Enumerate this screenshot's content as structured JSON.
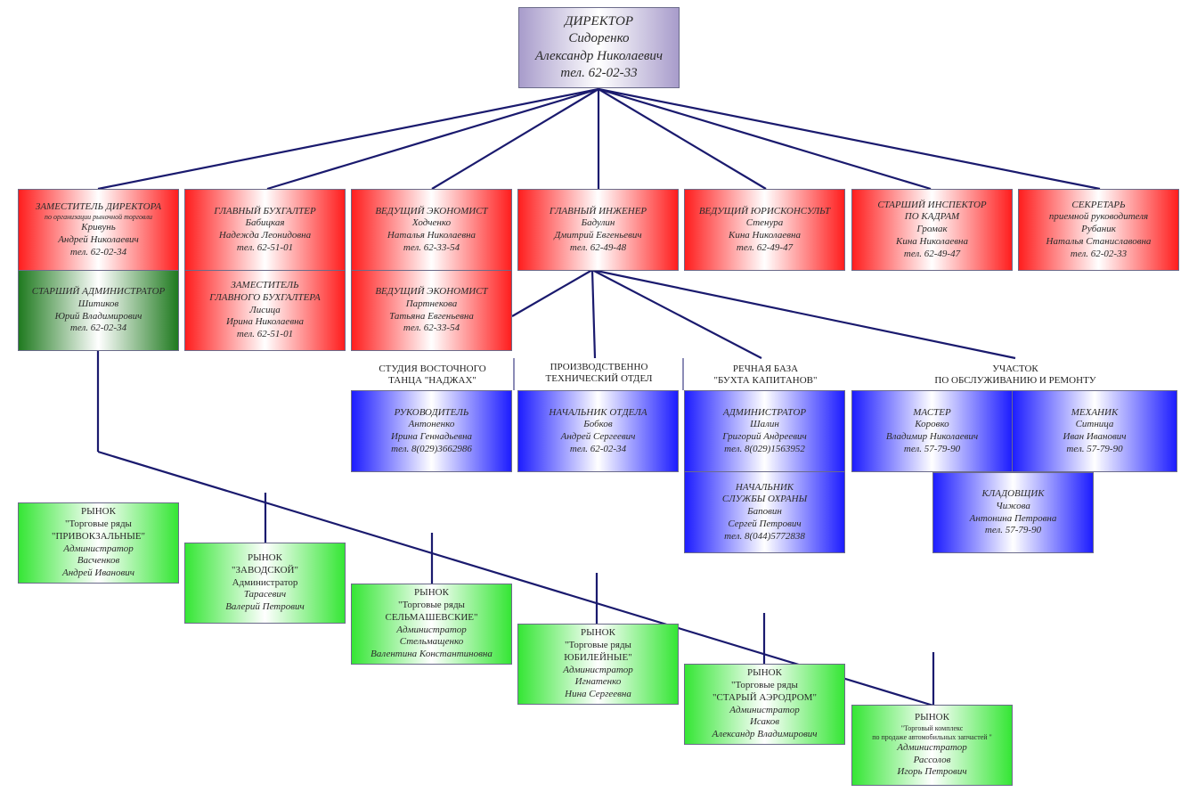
{
  "director": [
    "ДИРЕКТОР",
    "Сидоренко",
    "Александр Николаевич",
    "тел. 62-02-33"
  ],
  "top_boxes": [
    [
      "ЗАМЕСТИТЕЛЬ ДИРЕКТОРА",
      "по организации рыночной торговли",
      "Кривунь",
      "Андрей Николаевич",
      "тел. 62-02-34"
    ],
    [
      "ГЛАВНЫЙ БУХГАЛТЕР",
      "Бабицкая",
      "Надежда Леонидовна",
      "тел. 62-51-01"
    ],
    [
      "ВЕДУЩИЙ ЭКОНОМИСТ",
      "Ходченко",
      "Наталья Николаевна",
      "тел. 62-33-54"
    ],
    [
      "ГЛАВНЫЙ ИНЖЕНЕР",
      "Бадулин",
      "Дмитрий Евгеньевич",
      "тел. 62-49-48"
    ],
    [
      "ВЕДУЩИЙ ЮРИСКОНСУЛЬТ",
      "Стенура",
      "Кина Николаевна",
      "тел. 62-49-47"
    ],
    [
      "СТАРШИЙ ИНСПЕКТОР",
      "ПО КАДРАМ",
      "Громак",
      "Кина Николаевна",
      "тел. 62-49-47"
    ],
    [
      "СЕКРЕТАРЬ",
      "приемной руководителя",
      "Рубаник",
      "Наталья Станиславовна",
      "тел. 62-02-33"
    ]
  ],
  "second_boxes": [
    [
      "СТАРШИЙ АДМИНИСТРАТОР",
      "Шитиков",
      "Юрий Владимирович",
      "тел. 62-02-34"
    ],
    [
      "ЗАМЕСТИТЕЛЬ",
      "ГЛАВНОГО БУХГАЛТЕРА",
      "Лисица",
      "Ирина Николаевна",
      "тел. 62-51-01"
    ],
    [
      "ВЕДУЩИЙ ЭКОНОМИСТ",
      "Партнекова",
      "Татьяна Евгеньевна",
      "тел. 62-33-54"
    ]
  ],
  "dept_headers": [
    [
      "СТУДИЯ ВОСТОЧНОГО",
      "ТАНЦА \"НАДЖАХ\""
    ],
    [
      "ПРОИЗВОДСТВЕННО",
      "ТЕХНИЧЕСКИЙ ОТДЕЛ"
    ],
    [
      "РЕЧНАЯ БАЗА",
      "\"БУХТА КАПИТАНОВ\""
    ],
    [
      "УЧАСТОК",
      "ПО ОБСЛУЖИВАНИЮ И РЕМОНТУ"
    ]
  ],
  "blue_boxes": [
    [
      "РУКОВОДИТЕЛЬ",
      "Антоненко",
      "Ирина Геннадьевна",
      "тел. 8(029)3662986"
    ],
    [
      "НАЧАЛЬНИК ОТДЕЛА",
      "Бобков",
      "Андрей Сергеевич",
      "тел. 62-02-34"
    ],
    [
      "АДМИНИСТРАТОР",
      "Шалин",
      "Григорий Андреевич",
      "тел. 8(029)1563952"
    ],
    [
      "НАЧАЛЬНИК",
      "СЛУЖБЫ ОХРАНЫ",
      "Баповин",
      "Сергей Петрович",
      "тел. 8(044)5772838"
    ],
    [
      "МАСТЕР",
      "Коровко",
      "Владимир Николаевич",
      "тел. 57-79-90"
    ],
    [
      "МЕХАНИК",
      "Ситница",
      "Иван Иванович",
      "тел. 57-79-90"
    ],
    [
      "КЛАДОВЩИК",
      "Чижова",
      "Антонина Петровна",
      "тел. 57-79-90"
    ]
  ],
  "markets": [
    [
      "РЫНОК",
      "\"Торговые ряды",
      "\"ПРИВОКЗАЛЬНЫЕ\"",
      "Администратор",
      "Васченков",
      "Андрей Иванович"
    ],
    [
      "РЫНОК",
      "\"ЗАВОДСКОЙ\"",
      "Администратор",
      "Тарасевич",
      "Валерий Петрович"
    ],
    [
      "РЫНОК",
      "\"Торговые ряды",
      "СЕЛЬМАШЕВСКИЕ\"",
      "Администратор",
      "Стельмащенко",
      "Валентина Константиновна"
    ],
    [
      "РЫНОК",
      "\"Торговые ряды",
      "ЮБИЛЕЙНЫЕ\"",
      "Администратор",
      "Игнатенко",
      "Нина Сергеевна"
    ],
    [
      "РЫНОК",
      "\"Торговые ряды",
      "\"СТАРЫЙ АЭРОДРОМ\"",
      "Администратор",
      "Исаков",
      "Александр Владимирович"
    ],
    [
      "РЫНОК",
      "\"Торговый комплекс",
      "по продаже автомобильных запчастей \"",
      "Администратор",
      "Рассолов",
      "Игорь Петрович"
    ]
  ],
  "colors": {
    "line": "#1a1a6e",
    "red": "#ff1e1e",
    "green_dark": "#1f7a1f",
    "green_light": "#35e635",
    "blue": "#1d1dff",
    "lilac": "#a89ccb"
  }
}
